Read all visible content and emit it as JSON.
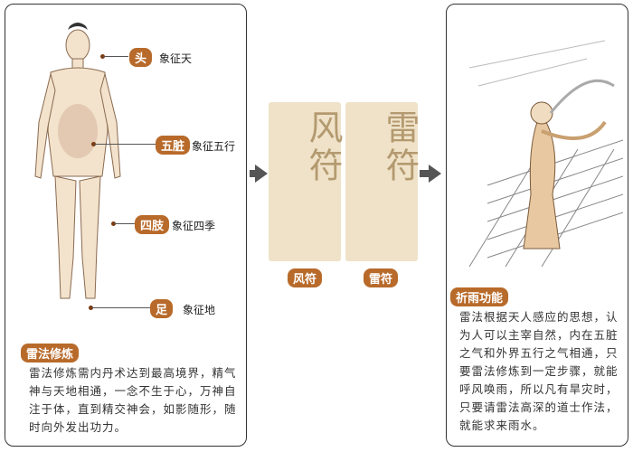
{
  "left_panel": {
    "labels": [
      {
        "tag": "头",
        "text": "象征天"
      },
      {
        "tag": "五脏",
        "text": "象征五行"
      },
      {
        "tag": "四肢",
        "text": "象征四季"
      },
      {
        "tag": "足",
        "text": "象征地"
      }
    ],
    "section_title": "雷法修炼",
    "section_body": "雷法修炼需内丹术达到最高境界，精气神与天地相通，一念不生于心，万神自注于体，直到精交神会，如影随形，随时向外发出功力。"
  },
  "talismans": [
    {
      "label": "风符"
    },
    {
      "label": "雷符"
    }
  ],
  "right_panel": {
    "section_title": "祈雨功能",
    "section_body": "雷法根据天人感应的思想，认为人可以主宰自然，内在五脏之气和外界五行之气相通，只要雷法修炼到一定步骤，就能呼风唤雨，所以凡有旱灾时，只要请雷法高深的道士作法，就能求来雨水。"
  },
  "colors": {
    "accent": "#b86a2a",
    "talisman_bg": "#efe2c8"
  }
}
